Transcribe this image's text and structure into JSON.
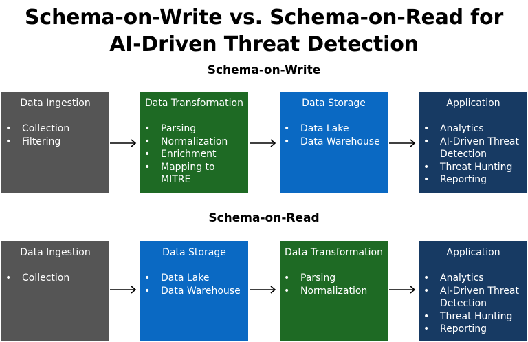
{
  "title_line1": "Schema-on-Write vs. Schema-on-Read for",
  "title_line2": "AI-Driven Threat Detection",
  "rows": [
    {
      "heading": "Schema-on-Write",
      "boxes": [
        {
          "title": "Data Ingestion",
          "color": "#555555",
          "items": [
            "Collection",
            "Filtering"
          ]
        },
        {
          "title": "Data Transformation",
          "color": "#1e6a24",
          "items": [
            "Parsing",
            "Normalization",
            "Enrichment",
            "Mapping to MITRE"
          ]
        },
        {
          "title": "Data Storage",
          "color": "#0a69c3",
          "items": [
            "Data Lake",
            "Data Warehouse"
          ]
        },
        {
          "title": "Application",
          "color": "#173a63",
          "items": [
            "Analytics",
            "AI-Driven Threat Detection",
            "Threat Hunting",
            "Reporting"
          ]
        }
      ]
    },
    {
      "heading": "Schema-on-Read",
      "boxes": [
        {
          "title": "Data Ingestion",
          "color": "#555555",
          "items": [
            "Collection"
          ]
        },
        {
          "title": "Data Storage",
          "color": "#0a69c3",
          "items": [
            "Data Lake",
            "Data Warehouse"
          ]
        },
        {
          "title": "Data Transformation",
          "color": "#1e6a24",
          "items": [
            "Parsing",
            "Normalization"
          ]
        },
        {
          "title": "Application",
          "color": "#173a63",
          "items": [
            "Analytics",
            "AI-Driven Threat Detection",
            "Threat Hunting",
            "Reporting"
          ]
        }
      ]
    }
  ]
}
